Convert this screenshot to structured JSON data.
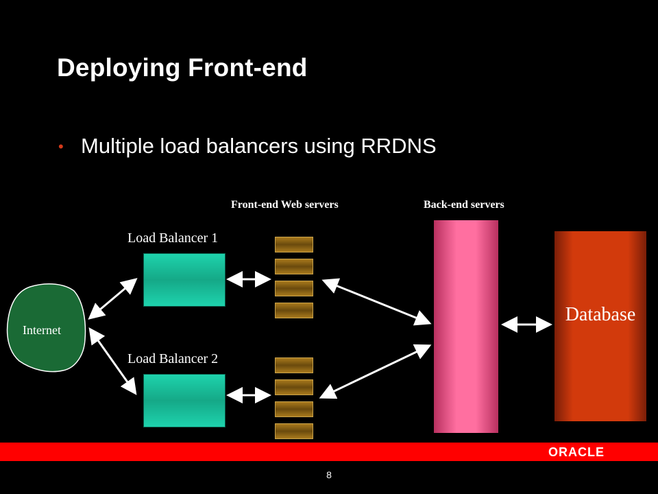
{
  "slide": {
    "title": "Deploying Front-end",
    "bullet": "Multiple load balancers using RRDNS",
    "page_number": "8"
  },
  "diagram": {
    "headers": {
      "frontend": "Front-end Web servers",
      "backend": "Back-end servers"
    },
    "load_balancers": [
      {
        "label": "Load Balancer 1"
      },
      {
        "label": "Load Balancer 2"
      }
    ],
    "internet_label": "Internet",
    "database_label": "Database",
    "colors": {
      "internet": "#1a6a35",
      "load_balancer": "#1ed3ad",
      "web_server": "#8b5e14",
      "backend": "#ff6fa0",
      "database": "#d23a0c",
      "brand_bar": "#ff0000",
      "bullet": "#d43a1a"
    }
  },
  "footer": {
    "brand": "ORACLE"
  }
}
